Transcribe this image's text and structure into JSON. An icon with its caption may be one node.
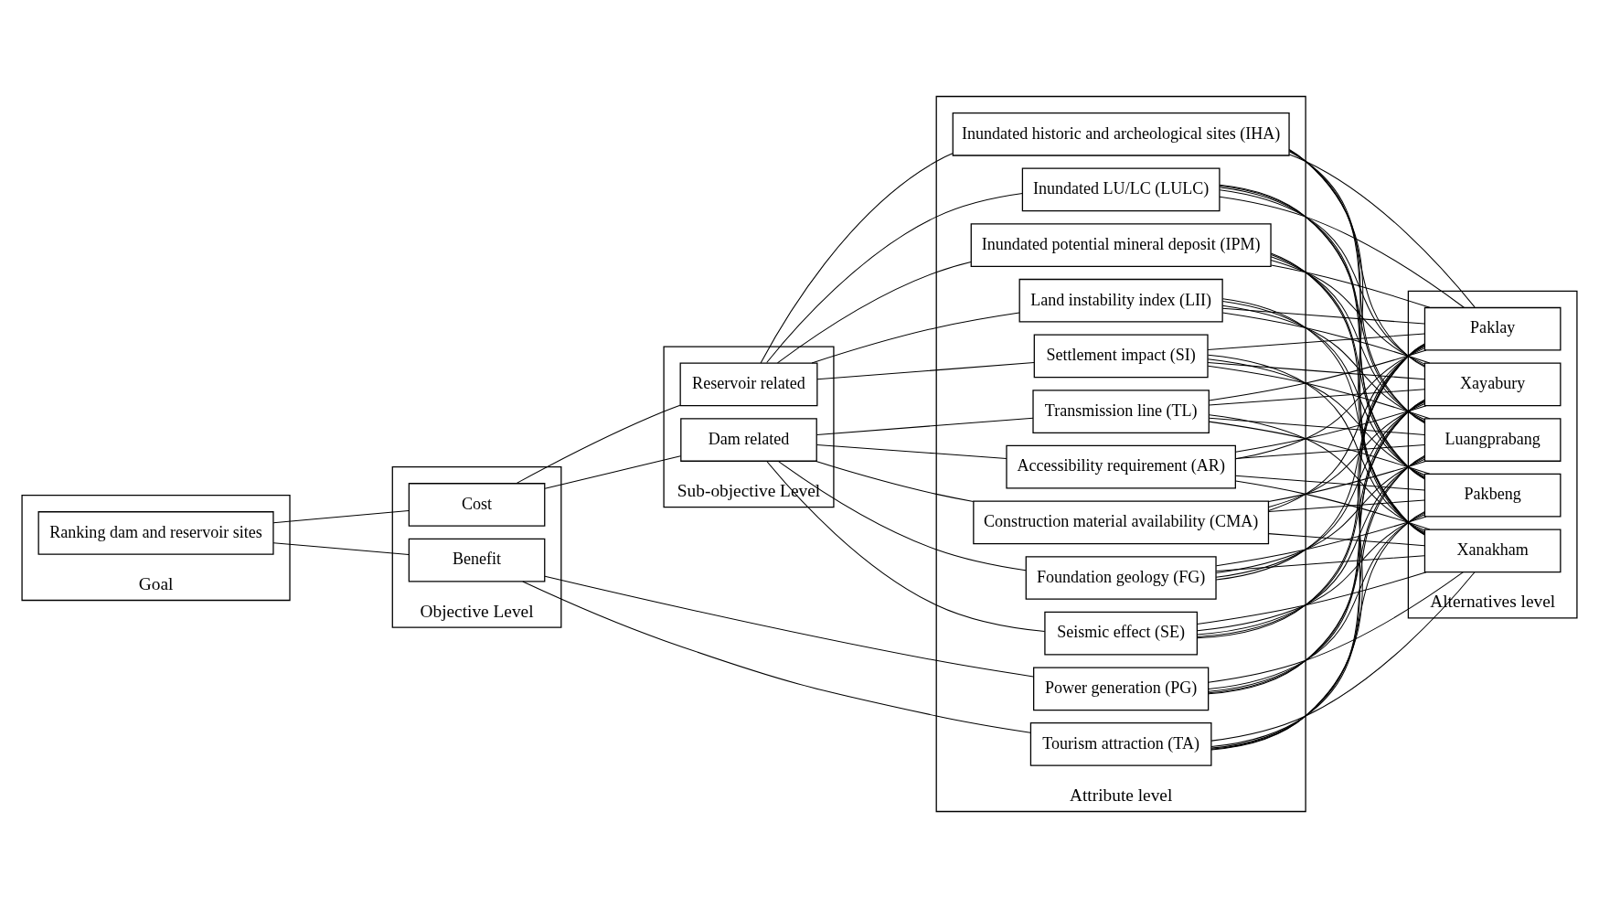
{
  "diagram": {
    "nodes": [
      {
        "text": [
          "Goal"
        ]
      },
      {
        "text": [
          "Ranking dam and reservoir sites"
        ],
        "in": 0
      },
      {
        "text": [
          "Objective Level"
        ]
      },
      {
        "text": [
          "Cost"
        ],
        "in": 2
      },
      {
        "text": [
          "Benefit"
        ],
        "in": 2
      },
      {
        "text": [
          "Sub-objective Level"
        ]
      },
      {
        "text": [
          "Dam related"
        ],
        "in": 5
      },
      {
        "text": [
          "Reservoir related"
        ],
        "in": 5
      },
      {
        "text": [
          "Attribute level"
        ]
      },
      {
        "text": [
          "Seismic effect (SE)"
        ],
        "in": 8
      },
      {
        "text": [
          "Foundation geology (FG)"
        ],
        "in": 8
      },
      {
        "text": [
          "Construction material availability (CMA)"
        ],
        "in": 8
      },
      {
        "text": [
          "Accessibility requirement (AR)"
        ],
        "in": 8
      },
      {
        "text": [
          "Transmission line (TL)"
        ],
        "in": 8
      },
      {
        "text": [
          "Settlement impact (SI)"
        ],
        "in": 8
      },
      {
        "text": [
          "Land instability index (LII)"
        ],
        "in": 8
      },
      {
        "text": [
          "Inundated potential mineral deposit (IPM)"
        ],
        "in": 8
      },
      {
        "text": [
          "Inundated LU/LC (LULC)"
        ],
        "in": 8
      },
      {
        "text": [
          "Inundated historic and archeological sites (IHA)"
        ],
        "in": 8
      },
      {
        "text": [
          "Power generation (PG)"
        ],
        "in": 8
      },
      {
        "text": [
          "Tourism attraction (TA)"
        ],
        "in": 8
      },
      {
        "text": [
          "Alternatives level"
        ]
      },
      {
        "text": [
          "Pakbeng"
        ],
        "in": 21
      },
      {
        "text": [
          "Luangprabang"
        ],
        "in": 21
      },
      {
        "text": [
          "Xayabury"
        ],
        "in": 21
      },
      {
        "text": [
          "Paklay"
        ],
        "in": 21
      },
      {
        "text": [
          "Xanakham"
        ],
        "in": 21
      }
    ],
    "edges": [
      {
        "from": 1,
        "to": 3,
        "arrow": "none"
      },
      {
        "from": 1,
        "to": 4,
        "arrow": "none"
      },
      {
        "from": 3,
        "to": 6,
        "arrow": "none"
      },
      {
        "from": 3,
        "to": 7,
        "arrow": "none"
      },
      {
        "from": 6,
        "to": 9,
        "arrow": "none"
      },
      {
        "from": 6,
        "to": 10,
        "arrow": "none"
      },
      {
        "from": 6,
        "to": 11,
        "arrow": "none"
      },
      {
        "from": 6,
        "to": 12,
        "arrow": "none"
      },
      {
        "from": 6,
        "to": 13,
        "arrow": "none"
      },
      {
        "from": 7,
        "to": 14,
        "arrow": "none"
      },
      {
        "from": 7,
        "to": 15,
        "arrow": "none"
      },
      {
        "from": 7,
        "to": 16,
        "arrow": "none"
      },
      {
        "from": 7,
        "to": 17,
        "arrow": "none"
      },
      {
        "from": 7,
        "to": 18,
        "arrow": "none"
      },
      {
        "from": 4,
        "to": 19,
        "arrow": "none"
      },
      {
        "from": 4,
        "to": 20,
        "arrow": "none"
      },
      {
        "from": 9,
        "to": 22,
        "arrow": "none"
      },
      {
        "from": 9,
        "to": 23,
        "arrow": "none"
      },
      {
        "from": 9,
        "to": 24,
        "arrow": "none"
      },
      {
        "from": 9,
        "to": 25,
        "arrow": "none"
      },
      {
        "from": 9,
        "to": 26,
        "arrow": "none"
      },
      {
        "from": 10,
        "to": 22,
        "arrow": "none"
      },
      {
        "from": 10,
        "to": 23,
        "arrow": "none"
      },
      {
        "from": 10,
        "to": 24,
        "arrow": "none"
      },
      {
        "from": 10,
        "to": 25,
        "arrow": "none"
      },
      {
        "from": 10,
        "to": 26,
        "arrow": "none"
      },
      {
        "from": 11,
        "to": 22,
        "arrow": "none"
      },
      {
        "from": 11,
        "to": 23,
        "arrow": "none"
      },
      {
        "from": 11,
        "to": 24,
        "arrow": "none"
      },
      {
        "from": 11,
        "to": 25,
        "arrow": "none"
      },
      {
        "from": 11,
        "to": 26,
        "arrow": "none"
      },
      {
        "from": 12,
        "to": 22,
        "arrow": "none"
      },
      {
        "from": 12,
        "to": 23,
        "arrow": "none"
      },
      {
        "from": 12,
        "to": 24,
        "arrow": "none"
      },
      {
        "from": 12,
        "to": 25,
        "arrow": "none"
      },
      {
        "from": 12,
        "to": 26,
        "arrow": "none"
      },
      {
        "from": 13,
        "to": 22,
        "arrow": "none"
      },
      {
        "from": 13,
        "to": 23,
        "arrow": "none"
      },
      {
        "from": 13,
        "to": 24,
        "arrow": "none"
      },
      {
        "from": 13,
        "to": 25,
        "arrow": "none"
      },
      {
        "from": 13,
        "to": 26,
        "arrow": "none"
      },
      {
        "from": 14,
        "to": 22,
        "arrow": "none"
      },
      {
        "from": 14,
        "to": 23,
        "arrow": "none"
      },
      {
        "from": 14,
        "to": 24,
        "arrow": "none"
      },
      {
        "from": 14,
        "to": 25,
        "arrow": "none"
      },
      {
        "from": 14,
        "to": 26,
        "arrow": "none"
      },
      {
        "from": 15,
        "to": 22,
        "arrow": "none"
      },
      {
        "from": 15,
        "to": 23,
        "arrow": "none"
      },
      {
        "from": 15,
        "to": 24,
        "arrow": "none"
      },
      {
        "from": 15,
        "to": 25,
        "arrow": "none"
      },
      {
        "from": 15,
        "to": 26,
        "arrow": "none"
      },
      {
        "from": 16,
        "to": 22,
        "arrow": "none"
      },
      {
        "from": 16,
        "to": 23,
        "arrow": "none"
      },
      {
        "from": 16,
        "to": 24,
        "arrow": "none"
      },
      {
        "from": 16,
        "to": 25,
        "arrow": "none"
      },
      {
        "from": 16,
        "to": 26,
        "arrow": "none"
      },
      {
        "from": 17,
        "to": 22,
        "arrow": "none"
      },
      {
        "from": 17,
        "to": 23,
        "arrow": "none"
      },
      {
        "from": 17,
        "to": 24,
        "arrow": "none"
      },
      {
        "from": 17,
        "to": 25,
        "arrow": "none"
      },
      {
        "from": 17,
        "to": 26,
        "arrow": "none"
      },
      {
        "from": 18,
        "to": 22,
        "arrow": "none"
      },
      {
        "from": 18,
        "to": 23,
        "arrow": "none"
      },
      {
        "from": 18,
        "to": 24,
        "arrow": "none"
      },
      {
        "from": 18,
        "to": 25,
        "arrow": "none"
      },
      {
        "from": 18,
        "to": 26,
        "arrow": "none"
      },
      {
        "from": 19,
        "to": 22,
        "arrow": "none"
      },
      {
        "from": 19,
        "to": 23,
        "arrow": "none"
      },
      {
        "from": 19,
        "to": 24,
        "arrow": "none"
      },
      {
        "from": 19,
        "to": 25,
        "arrow": "none"
      },
      {
        "from": 19,
        "to": 26,
        "arrow": "none"
      },
      {
        "from": 20,
        "to": 22,
        "arrow": "none"
      },
      {
        "from": 20,
        "to": 23,
        "arrow": "none"
      },
      {
        "from": 20,
        "to": 24,
        "arrow": "none"
      },
      {
        "from": 20,
        "to": 25,
        "arrow": "none"
      },
      {
        "from": 20,
        "to": 26,
        "arrow": "none"
      }
    ]
  }
}
